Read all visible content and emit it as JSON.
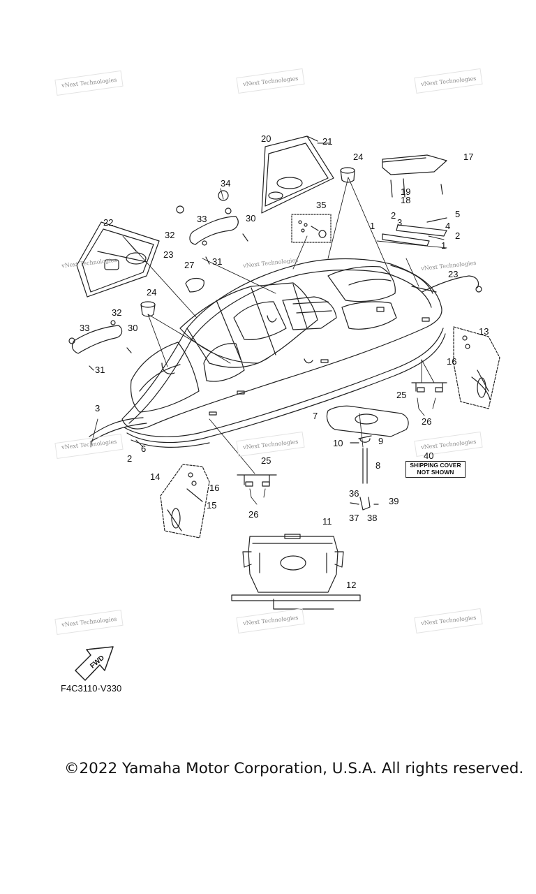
{
  "diagram": {
    "code": "F4C3110-V330",
    "fwd_label": "FWD",
    "shipping_note_number": "40",
    "shipping_note_line1": "SHIPPING COVER",
    "shipping_note_line2": "NOT SHOWN",
    "watermark": "vNext Technologies",
    "copyright": "©2022 Yamaha Motor Corporation, U.S.A. All rights reserved."
  },
  "callouts": {
    "c1a": "1",
    "c1b": "1",
    "c2a": "2",
    "c2b": "2",
    "c2c": "2",
    "c3a": "3",
    "c3b": "3",
    "c4": "4",
    "c5": "5",
    "c6": "6",
    "c7": "7",
    "c8": "8",
    "c9": "9",
    "c10": "10",
    "c11": "11",
    "c12": "12",
    "c13": "13",
    "c14": "14",
    "c15": "15",
    "c16a": "16",
    "c16b": "16",
    "c17": "17",
    "c18": "18",
    "c19": "19",
    "c20": "20",
    "c21": "21",
    "c22": "22",
    "c23a": "23",
    "c23b": "23",
    "c24a": "24",
    "c24b": "24",
    "c25a": "25",
    "c25b": "25",
    "c26a": "26",
    "c26b": "26",
    "c27": "27",
    "c30a": "30",
    "c30b": "30",
    "c31a": "31",
    "c31b": "31",
    "c32a": "32",
    "c32b": "32",
    "c33a": "33",
    "c33b": "33",
    "c34": "34",
    "c35": "35",
    "c36": "36",
    "c37": "37",
    "c38": "38",
    "c39": "39"
  }
}
